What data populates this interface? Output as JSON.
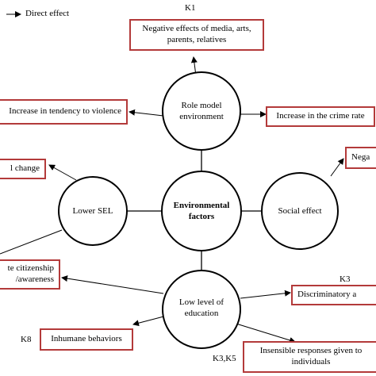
{
  "legend": {
    "label": "Direct effect"
  },
  "nodes": {
    "center": "Environmental factors",
    "role_model": "Role model environment",
    "lower_sel": "Lower SEL",
    "social_effect": "Social effect",
    "low_education": "Low level of education"
  },
  "boxes": {
    "negative_effects": "Negative effects of media, arts, parents, relatives",
    "violence": "Increase in tendency to violence",
    "crime_rate": "Increase in the crime rate",
    "change": "l change",
    "negative_right": "Nega",
    "citizenship": "te citizenship /awareness",
    "discriminatory": "Discriminatory a",
    "inhumane": "Inhumane behaviors",
    "insensible": "Insensible responses given to individuals"
  },
  "codes": {
    "k1": "K1",
    "k3": "K3",
    "k8": "K8",
    "k3k5": "K3,K5"
  },
  "colors": {
    "box_border": "#b33a3a",
    "line": "#000000"
  }
}
